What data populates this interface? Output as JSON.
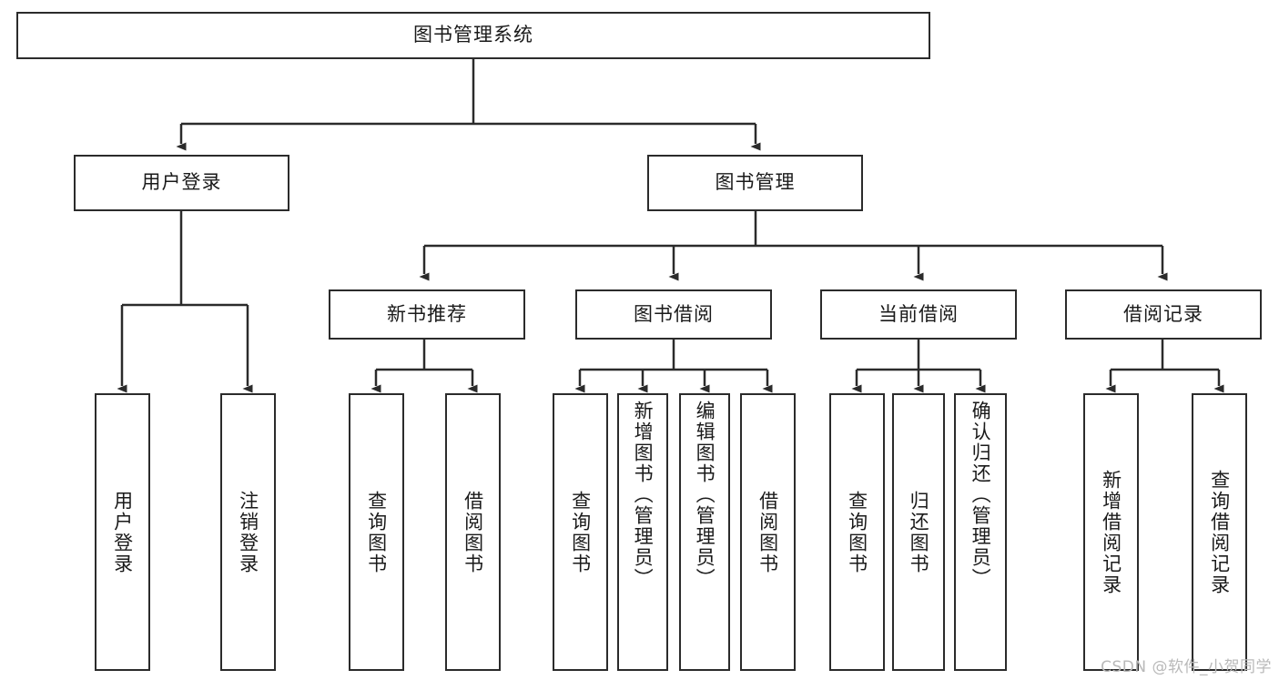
{
  "diagram": {
    "type": "tree-hierarchy-diagram",
    "title": "图书管理系统",
    "style": {
      "box_fill": "#ffffff",
      "box_stroke": "#2b2b2b",
      "connector_color": "#2b2b2b",
      "text_color": "#1a1a1a",
      "background": "#ffffff"
    },
    "root": {
      "label": "图书管理系统"
    },
    "level2": [
      {
        "id": "user-login",
        "label": "用户登录"
      },
      {
        "id": "book-management",
        "label": "图书管理"
      }
    ],
    "level3": [
      {
        "id": "new-book-recommend",
        "label": "新书推荐",
        "parent": "book-management"
      },
      {
        "id": "book-borrow",
        "label": "图书借阅",
        "parent": "book-management"
      },
      {
        "id": "current-borrow",
        "label": "当前借阅",
        "parent": "book-management"
      },
      {
        "id": "borrow-record",
        "label": "借阅记录",
        "parent": "book-management"
      }
    ],
    "leaves": {
      "user_login": [
        {
          "id": "leaf-user-login",
          "label": "用户登录"
        },
        {
          "id": "leaf-user-logout",
          "label": "注销登录"
        }
      ],
      "new_book_recommend": [
        {
          "id": "leaf-query-book-1",
          "label": "查询图书"
        },
        {
          "id": "leaf-borrow-book-1",
          "label": "借阅图书"
        }
      ],
      "book_borrow": [
        {
          "id": "leaf-query-book-2",
          "label": "查询图书"
        },
        {
          "id": "leaf-add-book",
          "label": "新增图书（管理员）"
        },
        {
          "id": "leaf-edit-book",
          "label": "编辑图书（管理员）"
        },
        {
          "id": "leaf-borrow-book-2",
          "label": "借阅图书"
        }
      ],
      "current_borrow": [
        {
          "id": "leaf-query-book-3",
          "label": "查询图书"
        },
        {
          "id": "leaf-return-book",
          "label": "归还图书"
        },
        {
          "id": "leaf-confirm-return",
          "label": "确认归还（管理员）"
        }
      ],
      "borrow_record": [
        {
          "id": "leaf-add-record",
          "label": "新增借阅记录"
        },
        {
          "id": "leaf-query-record",
          "label": "查询借阅记录"
        }
      ]
    }
  },
  "watermark": {
    "text": "CSDN @软件_小贺同学"
  }
}
